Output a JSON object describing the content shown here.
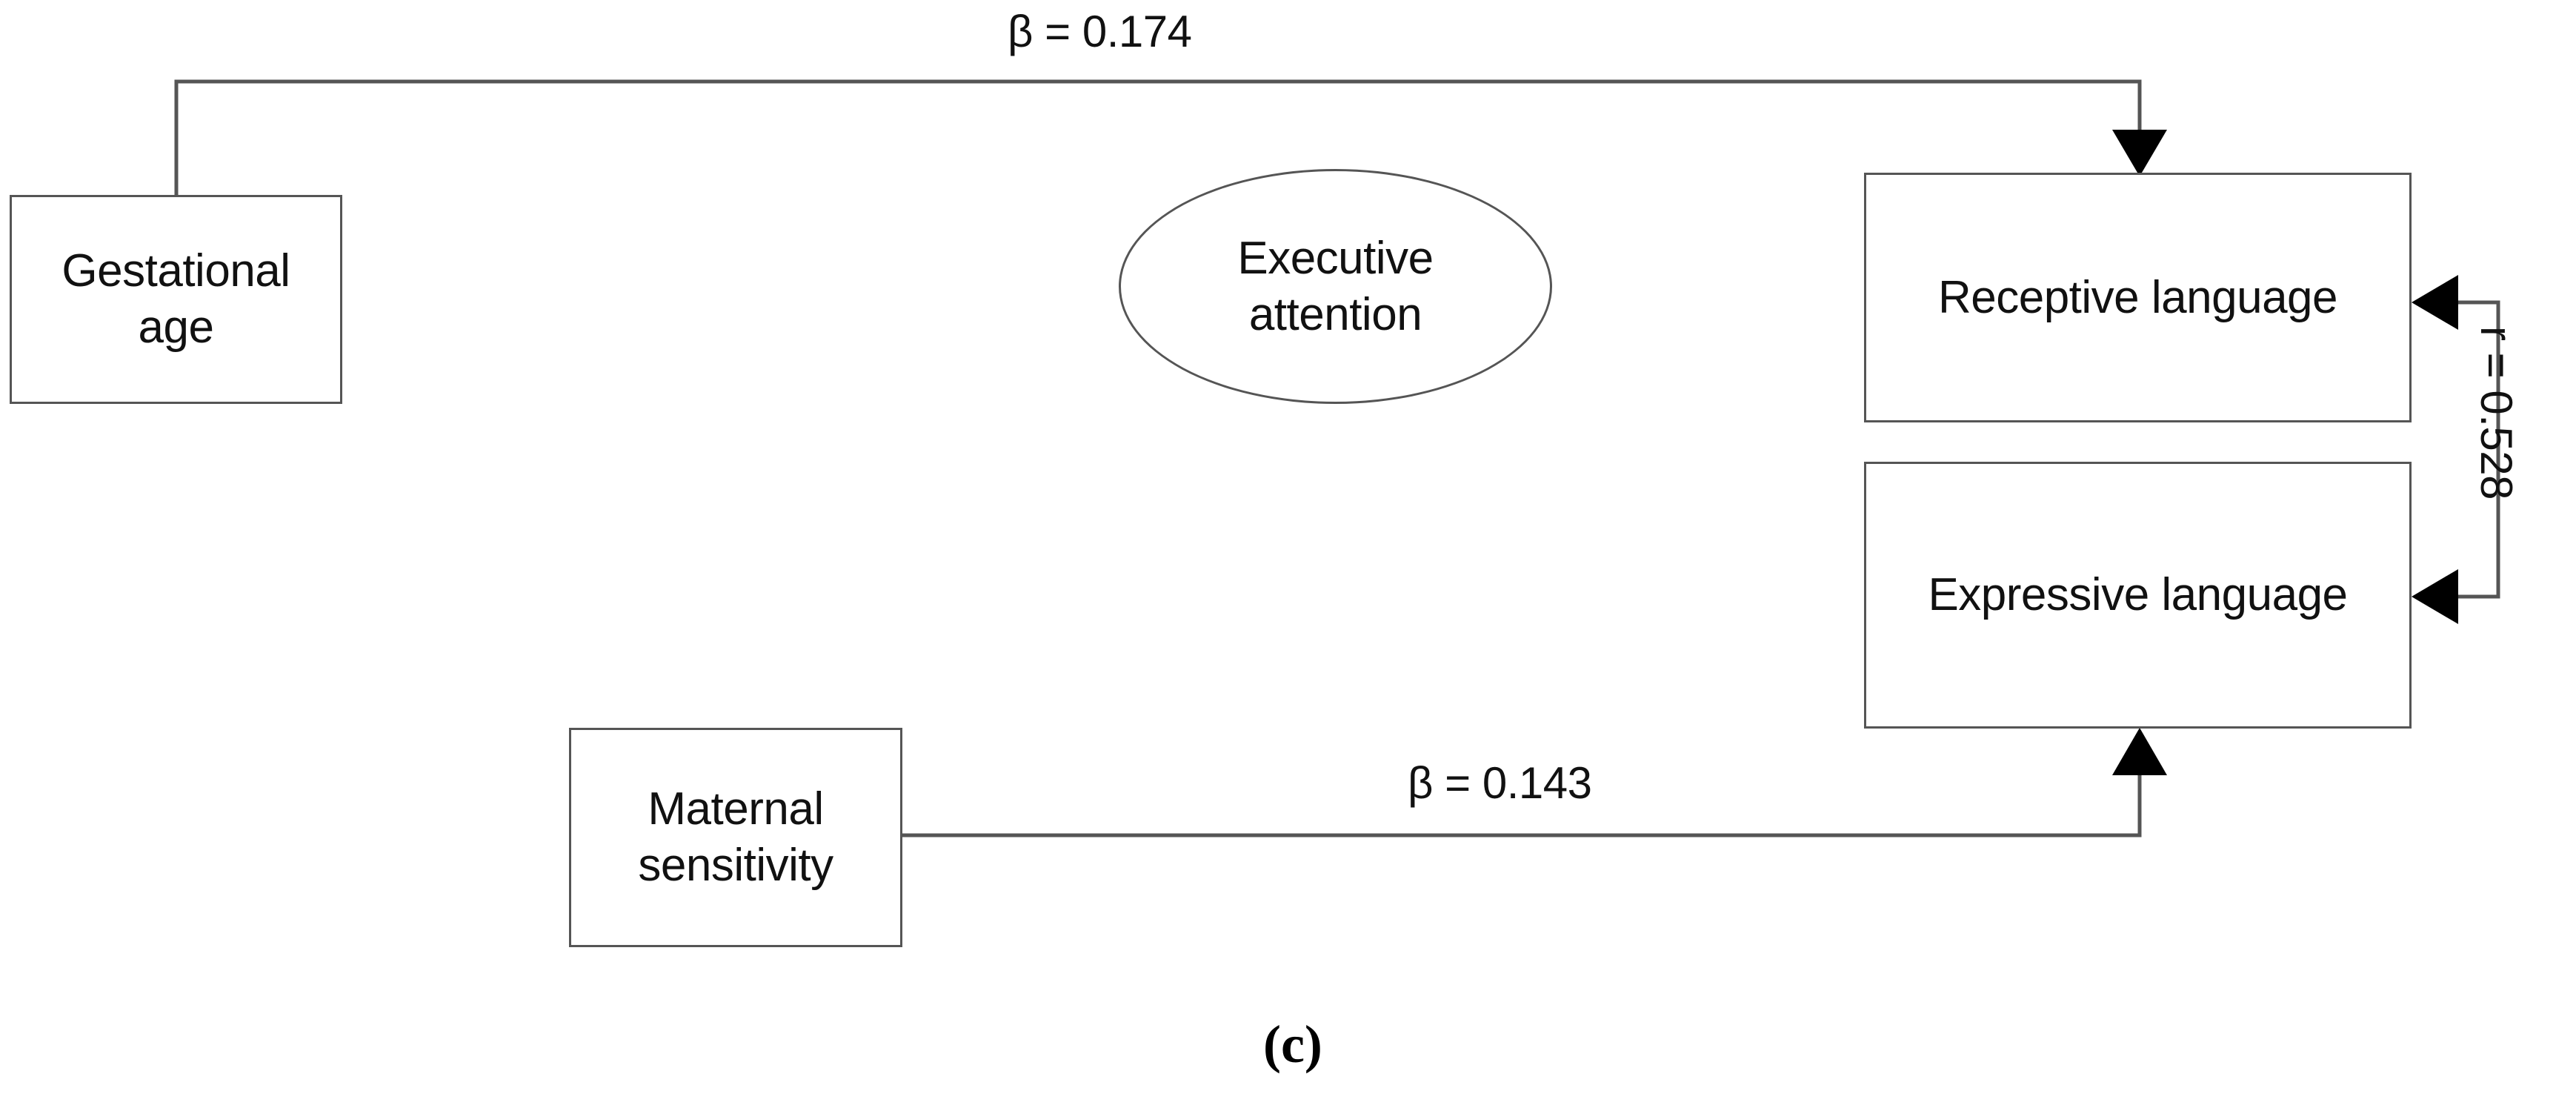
{
  "figure": {
    "caption": "(c)",
    "background_color": "#ffffff",
    "line_color": "#555555",
    "text_color": "#111111"
  },
  "nodes": [
    {
      "id": "gestational-age",
      "shape": "rectangle",
      "label": "Gestational\nage",
      "line1": "Gestational",
      "line2": "age"
    },
    {
      "id": "executive-attention",
      "shape": "ellipse",
      "label": "Executive\nattention",
      "line1": "Executive",
      "line2": "attention"
    },
    {
      "id": "receptive-language",
      "shape": "rectangle",
      "label": "Receptive language"
    },
    {
      "id": "expressive-language",
      "shape": "rectangle",
      "label": "Expressive language"
    },
    {
      "id": "maternal-sensitivity",
      "shape": "rectangle",
      "label": "Maternal\nsensitivity",
      "line1": "Maternal",
      "line2": "sensitivity"
    }
  ],
  "edges": [
    {
      "id": "gestational-to-receptive",
      "from": "gestational-age",
      "to": "receptive-language",
      "label": "β = 0.174",
      "coefficient": 0.174,
      "symbol": "β",
      "arrow": "single",
      "orientation": "horizontal"
    },
    {
      "id": "maternal-to-expressive",
      "from": "maternal-sensitivity",
      "to": "expressive-language",
      "label": "β = 0.143",
      "coefficient": 0.143,
      "symbol": "β",
      "arrow": "single",
      "orientation": "horizontal"
    },
    {
      "id": "receptive-expressive-correlation",
      "from": "receptive-language",
      "to": "expressive-language",
      "label": "r = 0.528",
      "coefficient": 0.528,
      "symbol": "r",
      "arrow": "double",
      "orientation": "vertical-rotated"
    }
  ]
}
